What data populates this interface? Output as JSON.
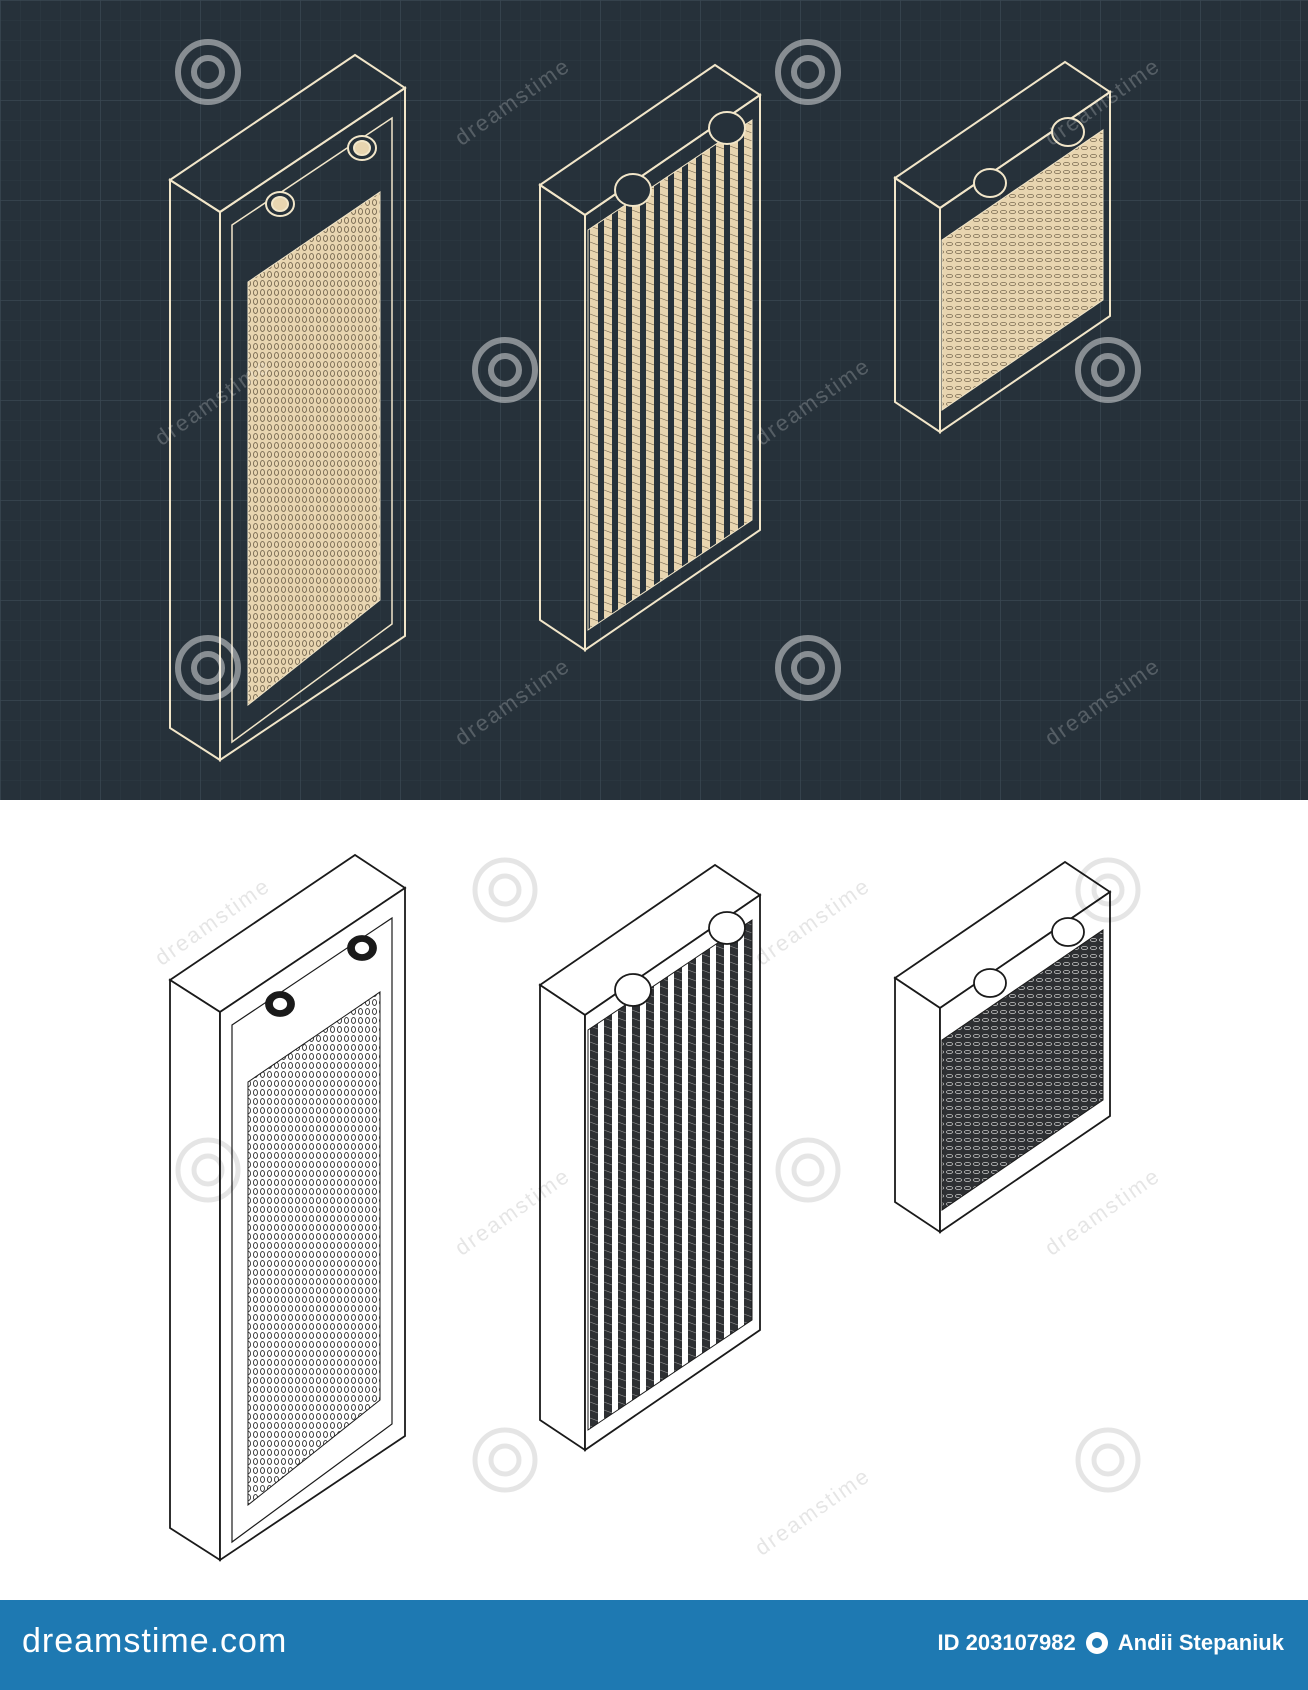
{
  "colors": {
    "dark_bg": "#26313a",
    "grid": "#36434d",
    "line_cream": "#f2e6c9",
    "fill_cream": "#e8d5b0",
    "line_black": "#1a1a1a",
    "fill_dark": "#2e3033",
    "footer_bg": "#1e79b2"
  },
  "watermark": {
    "text": "dreamstime",
    "icon": "dreamstime-swirl-icon"
  },
  "footer": {
    "brand": "dreamstime.com",
    "id_text": "ID 203107982",
    "author": "Andii Stepaniuk",
    "icon": "camera-icon"
  }
}
